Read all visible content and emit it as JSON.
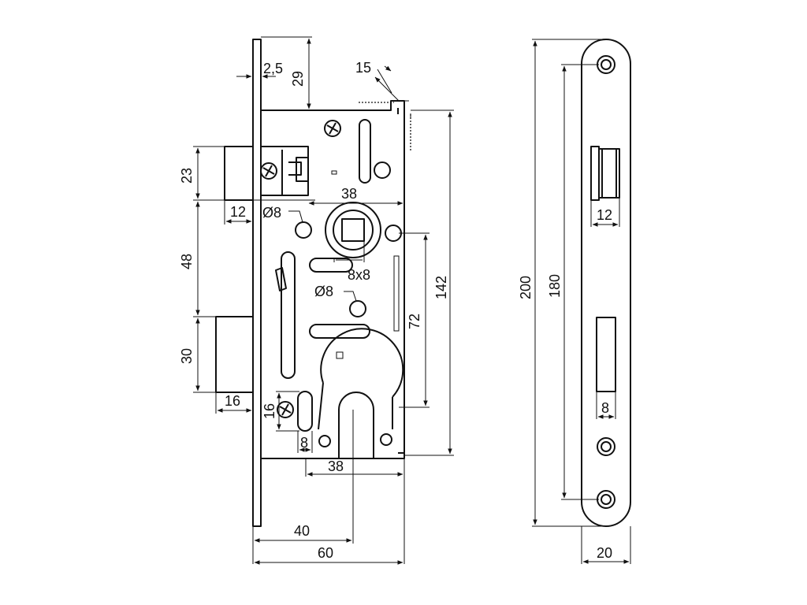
{
  "labels": {
    "plate_thickness": "2,5",
    "plate_to_body": "29",
    "bevel": "15",
    "latch_height": "23",
    "latch_proj": "12",
    "latch_to_bolt": "48",
    "handle_hole": "Ø8",
    "backset_top": "38",
    "spindle": "8x8",
    "lower_hole": "Ø8",
    "handle_to_cyl": "72",
    "case_height": "142",
    "bolt_height": "30",
    "bolt_proj": "16",
    "slot_height": "16",
    "slot_width": "8",
    "cyl_backset": "38",
    "plate_to_cyl": "40",
    "case_depth": "60",
    "plate_length": "200",
    "screw_spacing": "180",
    "strike_latch": "12",
    "strike_bolt": "8",
    "plate_width": "20"
  },
  "icons": {
    "screw_top": "phillips-screw-icon",
    "screw_latch": "phillips-screw-icon",
    "screw_bottom": "phillips-screw-icon"
  }
}
